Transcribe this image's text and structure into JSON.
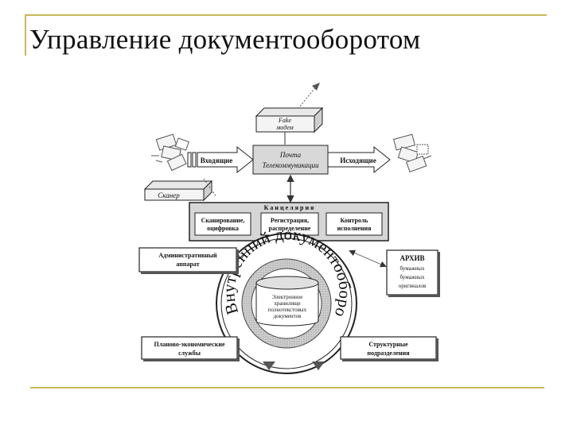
{
  "title": "Управление документооборотом",
  "diagram": {
    "fax": [
      "Fake",
      "модем"
    ],
    "scanner": "Сканер",
    "incoming": "Входящие",
    "outgoing": "Исходящие",
    "mail": [
      "Почта",
      "Телекоммуникации"
    ],
    "office": "К а н ц е л я р и я",
    "office_items": [
      [
        "Сканирование,",
        "оцифровка"
      ],
      [
        "Регистрация,",
        "распределение"
      ],
      [
        "Контроль",
        "исполнения"
      ]
    ],
    "admin": [
      "Административный",
      "аппарат"
    ],
    "archive": [
      "АРХИВ",
      "бумажных",
      "бумажных",
      "оригиналов"
    ],
    "circle_text": "Внутренний документооборот",
    "storage": [
      "Электронное",
      "хранилище",
      "полнотекстовых",
      "документов"
    ],
    "planning": [
      "Планово-экономические",
      "службы"
    ],
    "structural": [
      "Структурные",
      "подразделения"
    ]
  }
}
